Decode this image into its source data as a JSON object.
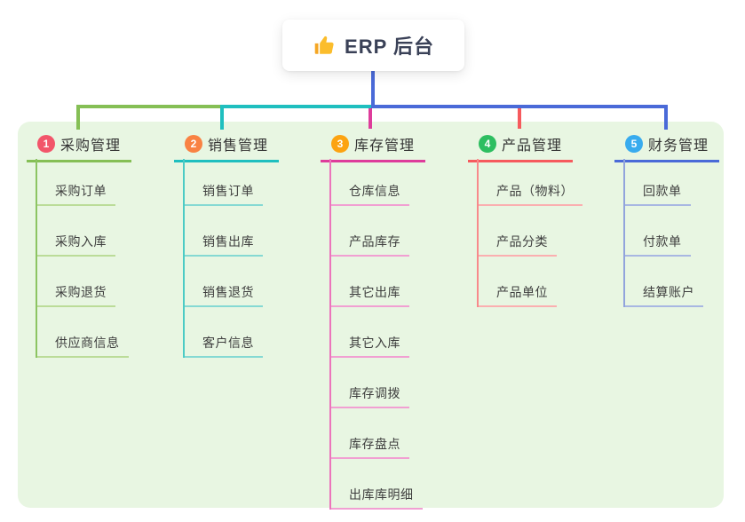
{
  "root": {
    "title": "ERP 后台",
    "icon": "thumbs-up-icon"
  },
  "branches": [
    {
      "badge": "1",
      "label": "采购管理",
      "children": [
        "采购订单",
        "采购入库",
        "采购退货",
        "供应商信息"
      ]
    },
    {
      "badge": "2",
      "label": "销售管理",
      "children": [
        "销售订单",
        "销售出库",
        "销售退货",
        "客户信息"
      ]
    },
    {
      "badge": "3",
      "label": "库存管理",
      "children": [
        "仓库信息",
        "产品库存",
        "其它出库",
        "其它入库",
        "库存调拨",
        "库存盘点",
        "出库库明细"
      ]
    },
    {
      "badge": "4",
      "label": "产品管理",
      "children": [
        "产品（物料）",
        "产品分类",
        "产品单位"
      ]
    },
    {
      "badge": "5",
      "label": "财务管理",
      "children": [
        "回款单",
        "付款单",
        "结算账户"
      ]
    }
  ],
  "colors": {
    "container_bg": "#E8F6E2",
    "node_bg": "#FFFFFF",
    "title_color": "#3A4157",
    "label_color": "#333333",
    "child_color": "#3E3E3E",
    "icon_gold": "#FBBD2C",
    "c1": "#85BF55",
    "c1m": "#8CC462",
    "c1l": "#BBDC98",
    "c2": "#1FBFBF",
    "c2m": "#4CCBC5",
    "c2l": "#85D9D3",
    "c3": "#DE3C9B",
    "c3m": "#EC74BB",
    "c3l": "#F19FD2",
    "c4": "#F65A5D",
    "c4m": "#F8898B",
    "c4l": "#FBAFB0",
    "c5": "#4A6AD8",
    "c5m": "#91A4DC",
    "c5l": "#A8B7E2",
    "badge1": "#F2556A",
    "badge2": "#F98243",
    "badge3": "#FCA311",
    "badge4": "#2DBE60",
    "badge5": "#38ABEE"
  }
}
